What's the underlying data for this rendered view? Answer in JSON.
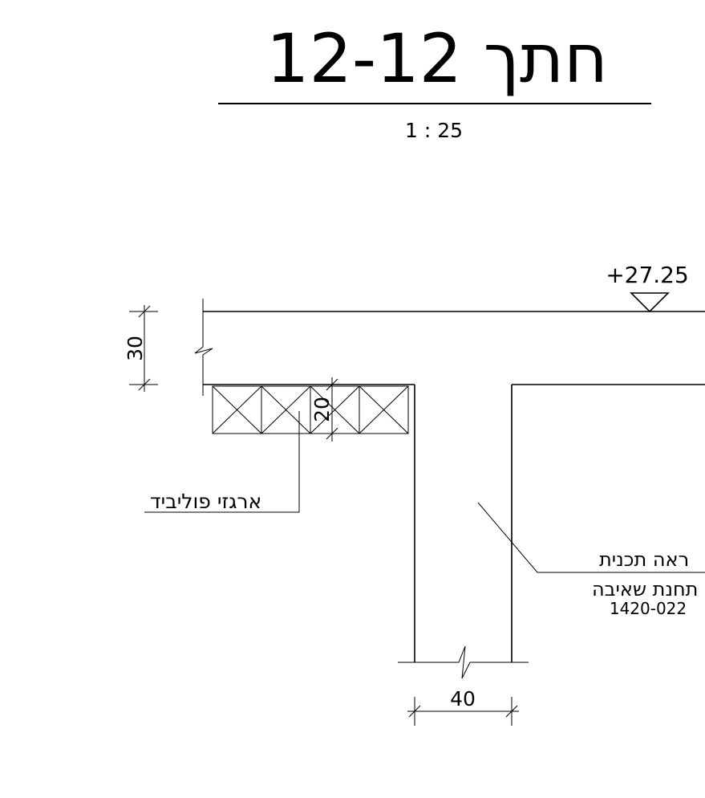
{
  "title": "חתך 12-12",
  "scale": "1 : 25",
  "elevation": "+27.25",
  "dimensions": {
    "slab_thickness": "30",
    "insulation_thickness": "20",
    "wall_thickness": "40"
  },
  "labels": {
    "insulation": "ארגזי פוליביד",
    "reference_line1": "ראה תכנית",
    "reference_line2": "תחנת שאיבה",
    "reference_code": "1420-022"
  }
}
